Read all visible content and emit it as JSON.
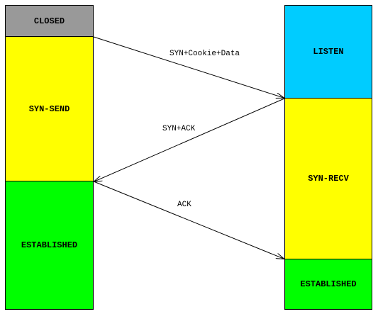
{
  "client_states": [
    {
      "label": "CLOSED",
      "color": "#999999"
    },
    {
      "label": "SYN-SEND",
      "color": "#ffff00"
    },
    {
      "label": "ESTABLISHED",
      "color": "#00ff00"
    }
  ],
  "server_states": [
    {
      "label": "LISTEN",
      "color": "#00ccff"
    },
    {
      "label": "SYN-RECV",
      "color": "#ffff00"
    },
    {
      "label": "ESTABLISHED",
      "color": "#00ff00"
    }
  ],
  "messages": [
    {
      "label": "SYN+Cookie+Data",
      "direction": "client-to-server"
    },
    {
      "label": "SYN+ACK",
      "direction": "server-to-client"
    },
    {
      "label": "ACK",
      "direction": "client-to-server"
    }
  ]
}
